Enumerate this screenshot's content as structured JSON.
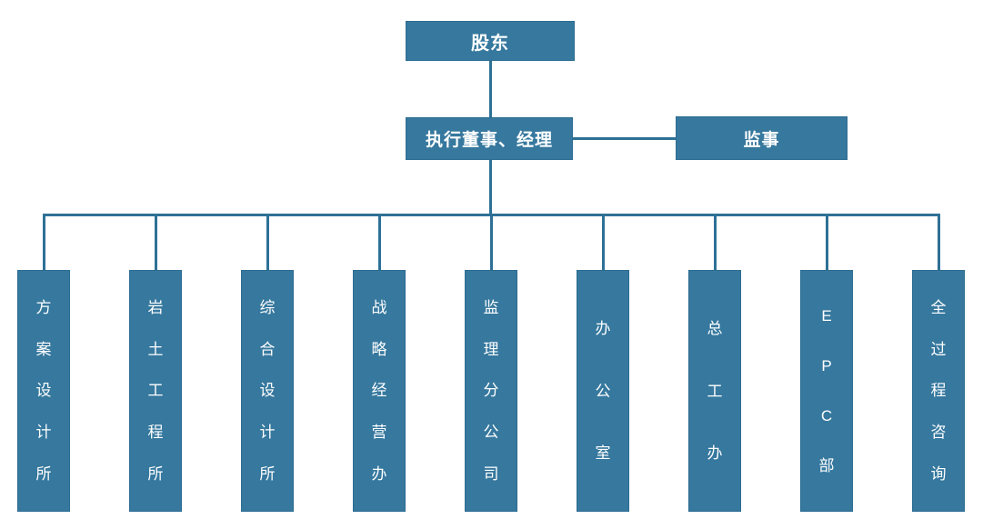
{
  "org_chart": {
    "nodes": {
      "shareholder": {
        "label": "股东"
      },
      "executive_director": {
        "label": "执行董事、经理"
      },
      "supervisor": {
        "label": "监事"
      }
    },
    "departments": [
      {
        "label": "方案设计所"
      },
      {
        "label": "岩土工程所"
      },
      {
        "label": "综合设计所"
      },
      {
        "label": "战略经营办"
      },
      {
        "label": "监理分公司"
      },
      {
        "label": "办公室"
      },
      {
        "label": "总工办"
      },
      {
        "label": "EPC部"
      },
      {
        "label": "全过程咨询"
      }
    ],
    "colors": {
      "node_fill": "#36789E",
      "node_border": "#2D6C92",
      "connector": "#2E7196",
      "text": "#FFFFFF",
      "background": "#FFFFFF"
    }
  }
}
